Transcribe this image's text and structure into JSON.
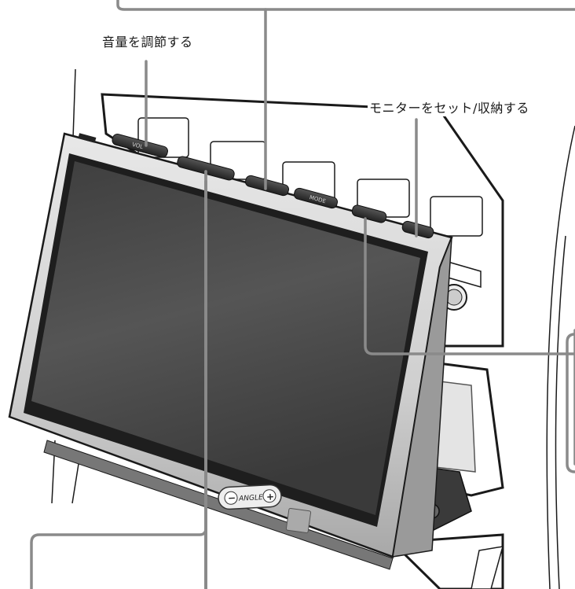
{
  "callouts": {
    "volume": "音量を調節する",
    "monitor_set": "モニターをセット/収納する"
  },
  "device": {
    "mode_button": "MODE",
    "vol_button": "VOL",
    "angle_button": "ANGLE",
    "minus": "−",
    "plus": "+"
  },
  "colors": {
    "leader_line": "#8a8a8a",
    "bezel": "#c8c8c8",
    "screen": "#4a4a4a",
    "outline": "#1a1a1a"
  }
}
